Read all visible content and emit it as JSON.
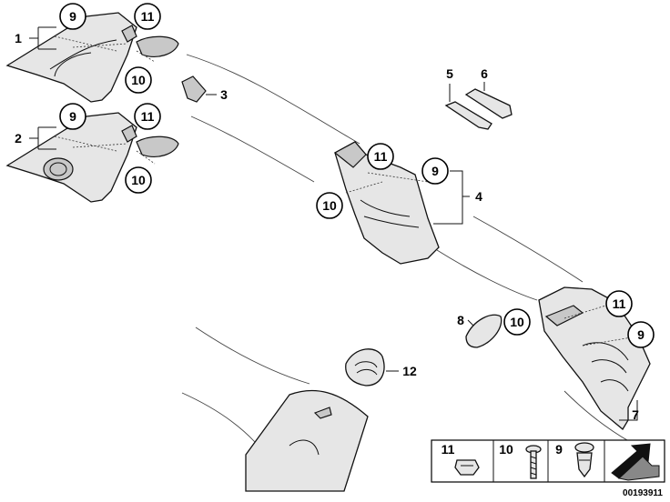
{
  "callouts": {
    "p1": "1",
    "p2": "2",
    "p3": "3",
    "p4": "4",
    "p5": "5",
    "p6": "6",
    "p7": "7",
    "p8": "8",
    "p9": "9",
    "p10": "10",
    "p11": "11",
    "p12": "12"
  },
  "legend": {
    "c11": "11",
    "c10": "10",
    "c9": "9"
  },
  "diagram_number": "00193911"
}
